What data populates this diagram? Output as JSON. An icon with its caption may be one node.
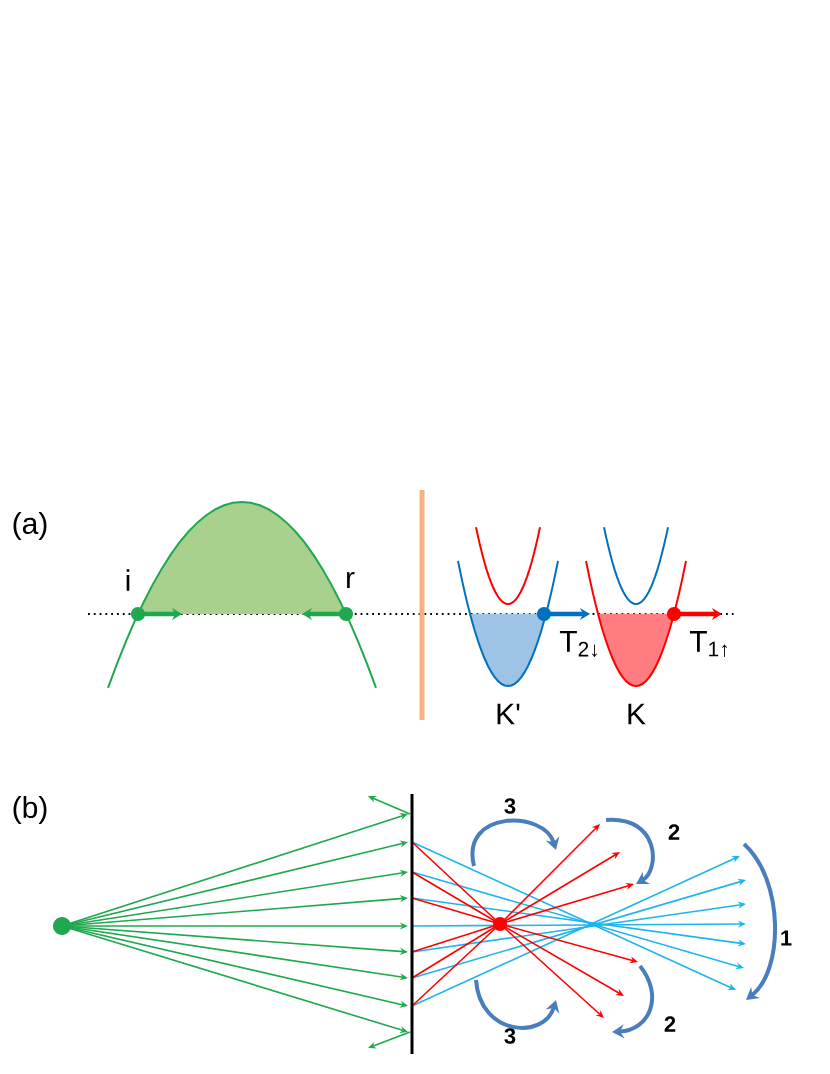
{
  "diagram": {
    "labels": [
      "(a)",
      "i",
      "r",
      "T$_{2↓}$",
      "T$_{1↑}$",
      "K'",
      "K",
      "(b)",
      "3",
      "2",
      "1",
      "2",
      "3"
    ]
  }
}
